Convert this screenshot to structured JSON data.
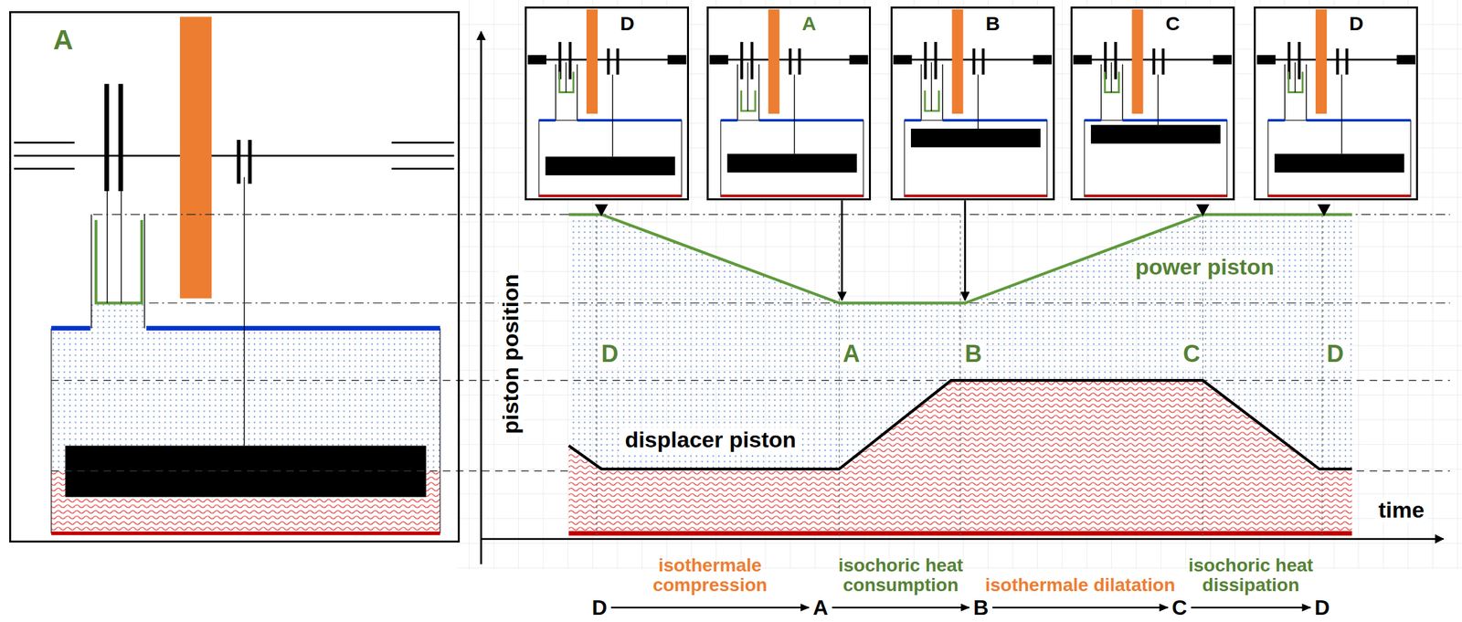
{
  "diagram": {
    "nodes": [
      {
        "text": [
          "A"
        ]
      },
      {
        "text": [
          "D"
        ]
      },
      {
        "text": [
          "A"
        ]
      },
      {
        "text": [
          "B"
        ]
      },
      {
        "text": [
          "C"
        ]
      },
      {
        "text": [
          "D"
        ]
      },
      {
        "text": [
          "D"
        ]
      },
      {
        "text": [
          "A"
        ]
      },
      {
        "text": [
          "B"
        ]
      },
      {
        "text": [
          "C"
        ]
      },
      {
        "text": [
          "D"
        ]
      }
    ],
    "edges": [
      {
        "from": 6,
        "to": 7,
        "arrow": "to",
        "label": "isothermale compression"
      },
      {
        "from": 7,
        "to": 8,
        "arrow": "to",
        "label": "isochoric heat consumption"
      },
      {
        "from": 8,
        "to": 9,
        "arrow": "to",
        "label": "isothermale dilatation"
      },
      {
        "from": 9,
        "to": 10,
        "arrow": "to",
        "label": "isochoric heat dissipation"
      }
    ],
    "labels": [
      "D",
      "A",
      "B",
      "C",
      "D",
      "power piston",
      "displacer piston",
      "piston position",
      "time"
    ]
  }
}
